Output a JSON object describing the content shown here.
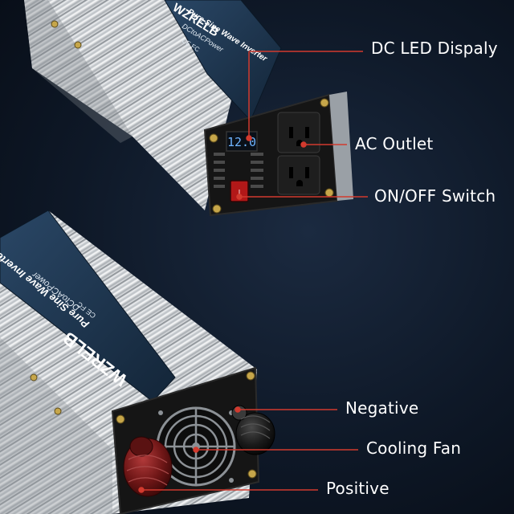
{
  "brand": "WZRELB",
  "product_line1": "Pure Sine Wave Inverter",
  "product_line2": "DCtoACPower",
  "cert_marks": "CE FC",
  "display_reading": "12.0",
  "callouts": {
    "dc_led_display": "DC LED Dispaly",
    "ac_outlet": "AC Outlet",
    "on_off_switch": "ON/OFF Switch",
    "negative": "Negative",
    "cooling_fan": "Cooling Fan",
    "positive": "Positive"
  },
  "colors": {
    "accent_line": "#d23a2e",
    "background": "#0e1827",
    "panel": "#141414",
    "label_panel": "#1e3550",
    "terminal_positive": "#7a1d1d"
  }
}
